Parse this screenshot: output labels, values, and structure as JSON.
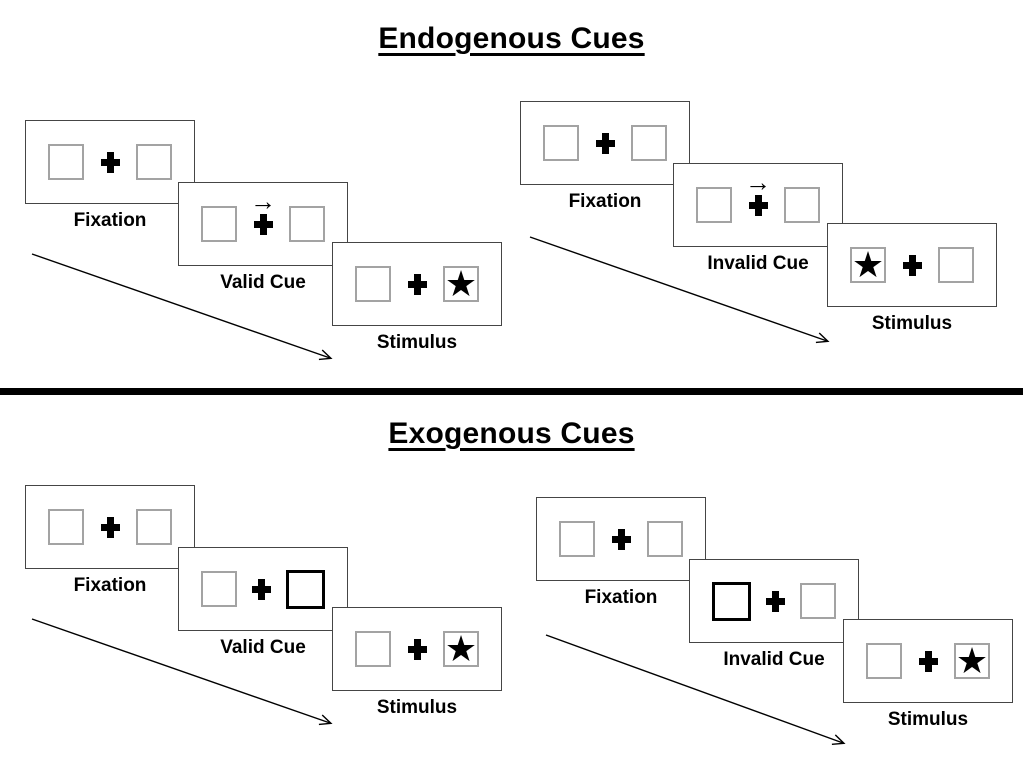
{
  "diagram": {
    "divider_color": "#000000",
    "fixation_cross_symbol": "+",
    "sections": [
      {
        "title": "Endogenous Cues",
        "sequences": [
          {
            "cue_validity": "valid",
            "cards": [
              {
                "label": "Fixation",
                "left": "",
                "right": "",
                "left_class": "sq",
                "right_class": "sq"
              },
              {
                "label": "Valid Cue",
                "cue_arrow": "→",
                "left": "",
                "right": "",
                "left_class": "sq",
                "right_class": "sq"
              },
              {
                "label": "Stimulus",
                "left": "",
                "right": "★",
                "left_class": "sq",
                "right_class": "sq"
              }
            ]
          },
          {
            "cue_validity": "invalid",
            "cards": [
              {
                "label": "Fixation",
                "left": "",
                "right": "",
                "left_class": "sq",
                "right_class": "sq"
              },
              {
                "label": "Invalid Cue",
                "cue_arrow": "→",
                "left": "",
                "right": "",
                "left_class": "sq",
                "right_class": "sq"
              },
              {
                "label": "Stimulus",
                "left": "★",
                "right": "",
                "left_class": "sq",
                "right_class": "sq"
              }
            ]
          }
        ]
      },
      {
        "title": "Exogenous Cues",
        "sequences": [
          {
            "cue_validity": "valid",
            "cards": [
              {
                "label": "Fixation",
                "left": "",
                "right": "",
                "left_class": "sq",
                "right_class": "sq"
              },
              {
                "label": "Valid Cue",
                "left": "",
                "right": "",
                "left_class": "sq",
                "right_class": "sq cued"
              },
              {
                "label": "Stimulus",
                "left": "",
                "right": "★",
                "left_class": "sq",
                "right_class": "sq"
              }
            ]
          },
          {
            "cue_validity": "invalid",
            "cards": [
              {
                "label": "Fixation",
                "left": "",
                "right": "",
                "left_class": "sq",
                "right_class": "sq"
              },
              {
                "label": "Invalid Cue",
                "left": "",
                "right": "",
                "left_class": "sq cued",
                "right_class": "sq"
              },
              {
                "label": "Stimulus",
                "left": "",
                "right": "★",
                "left_class": "sq",
                "right_class": "sq"
              }
            ]
          }
        ]
      }
    ]
  }
}
